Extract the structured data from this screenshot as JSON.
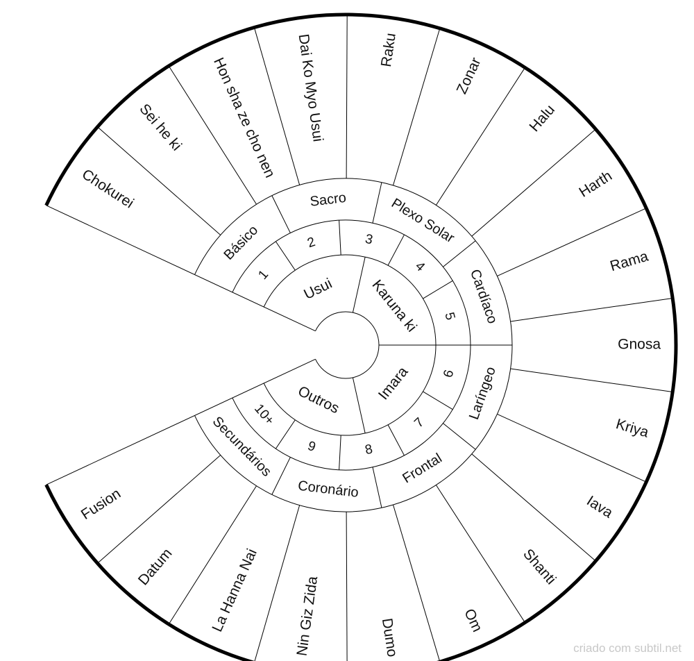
{
  "rings": {
    "outer": [
      "Chokurei",
      "Sei he ki",
      "Hon sha ze cho nen",
      "Dai Ko Myo Usui",
      "Raku",
      "Zonar",
      "Halu",
      "Harth",
      "Rama",
      "Gnosa",
      "Kriya",
      "Iava",
      "Shanti",
      "Om",
      "Dumo",
      "Nin Giz Zida",
      "La Hanna Nai",
      "Datum",
      "Fusion"
    ],
    "chakras": [
      "Básico",
      "Sacro",
      "Plexo Solar",
      "Cardíaco",
      "Laríngeo",
      "Frontal",
      "Coronário",
      "Secundários"
    ],
    "numbers": [
      "1",
      "2",
      "3",
      "4",
      "5",
      "6",
      "7",
      "8",
      "9",
      "10+"
    ],
    "inner": [
      "Usui",
      "Karuna ki",
      "Imara",
      "Outros"
    ]
  },
  "credit": "criado com subtil.net"
}
